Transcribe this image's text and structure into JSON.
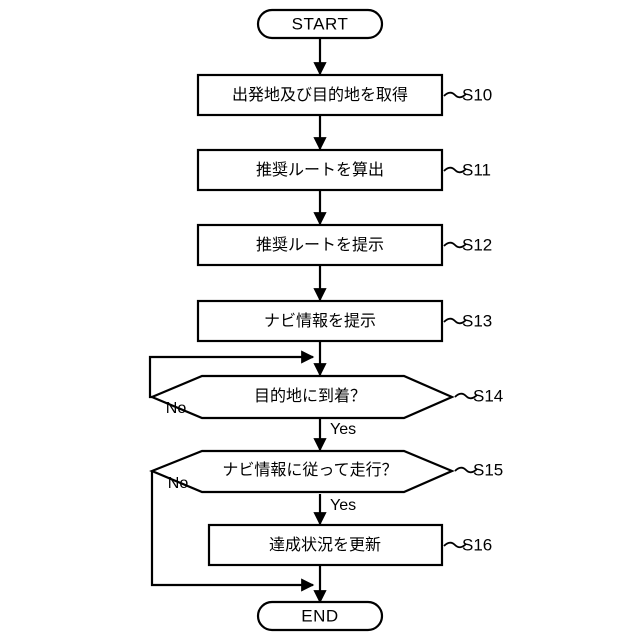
{
  "diagram": {
    "type": "flowchart",
    "title": "",
    "orientation": "top-to-bottom",
    "background_color": "#ffffff",
    "line_color": "#000000",
    "nodes": [
      {
        "id": "start",
        "shape": "terminal",
        "label": "START",
        "step": ""
      },
      {
        "id": "s10",
        "shape": "process",
        "label": "出発地及び目的地を取得",
        "step": "S10"
      },
      {
        "id": "s11",
        "shape": "process",
        "label": "推奨ルートを算出",
        "step": "S11"
      },
      {
        "id": "s12",
        "shape": "process",
        "label": "推奨ルートを提示",
        "step": "S12"
      },
      {
        "id": "s13",
        "shape": "process",
        "label": "ナビ情報を提示",
        "step": "S13"
      },
      {
        "id": "s14",
        "shape": "decision",
        "label": "目的地に到着？",
        "step": "S14"
      },
      {
        "id": "s15",
        "shape": "decision",
        "label": "ナビ情報に従って走行？",
        "step": "S15"
      },
      {
        "id": "s16",
        "shape": "process",
        "label": "達成状況を更新",
        "step": "S16"
      },
      {
        "id": "end",
        "shape": "terminal",
        "label": "END",
        "step": ""
      }
    ],
    "edge_labels": {
      "s14_no": "No",
      "s14_yes": "Yes",
      "s15_no": "No",
      "s15_yes": "Yes"
    }
  }
}
